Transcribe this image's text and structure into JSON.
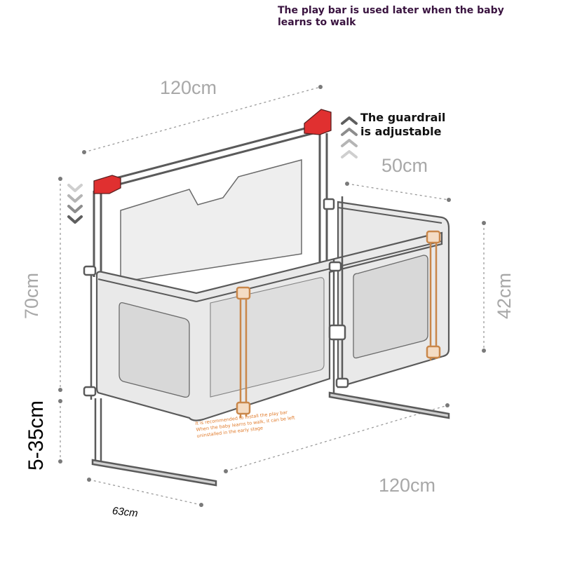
{
  "notes": {
    "play_bar": "The play bar is used later when the baby learns to walk",
    "guardrail_line1": "The guardrail",
    "guardrail_line2": "is adjustable",
    "install_line1": "It is recommended to install the play bar",
    "install_line2": "When the baby learns to walk, it can be left",
    "install_line3": "uninstalled in the early stage"
  },
  "dimensions": {
    "top_length": "120cm",
    "side_width": "50cm",
    "bottom_length": "120cm",
    "overall_height": "70cm",
    "panel_height": "42cm",
    "leg_adjust": "5-35cm",
    "foot_width": "63cm"
  },
  "colors": {
    "frame": "#5a5a5a",
    "fabric": "#e9e9e9",
    "window": "#d8d8d8",
    "red_clamp": "#e03030",
    "play_bar": "#c9874a",
    "arrow": "#8a8a8a",
    "dim_line": "#9a9a9a"
  }
}
